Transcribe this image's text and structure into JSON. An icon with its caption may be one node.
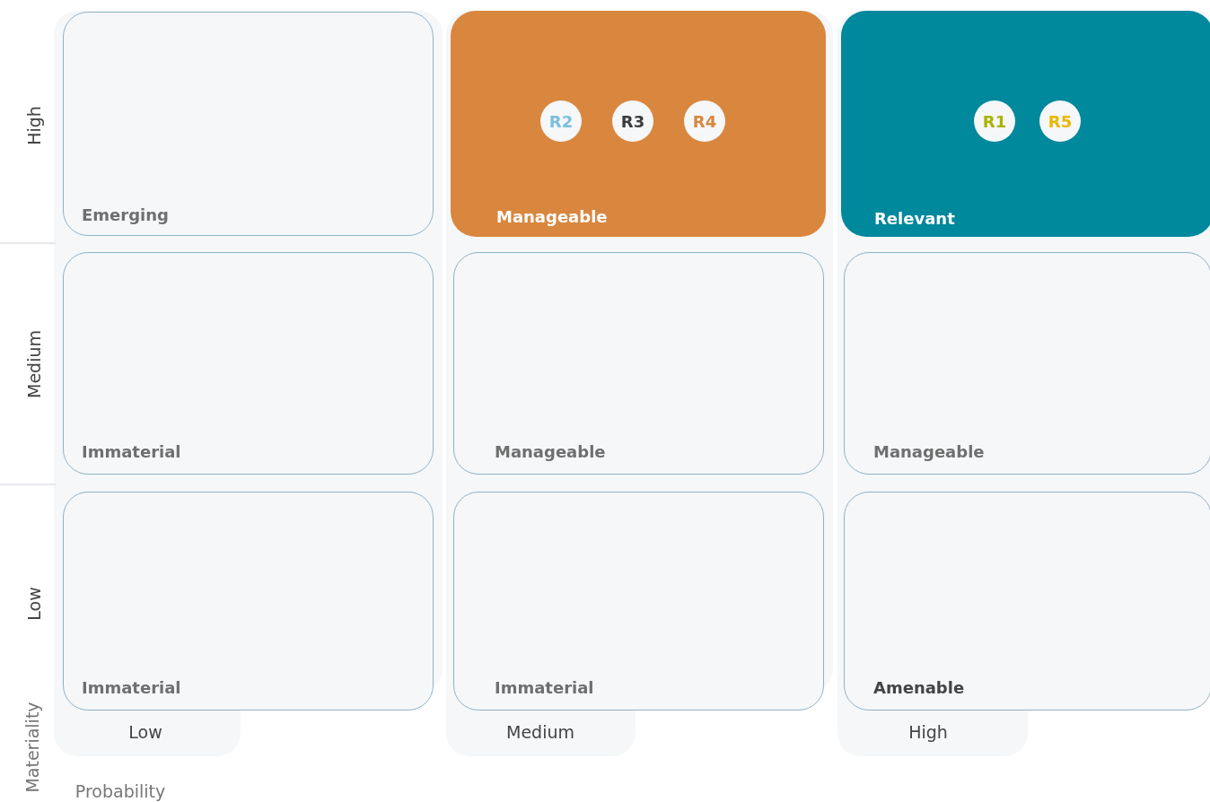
{
  "diagram": {
    "nodes": [
      {
        "text": [
          "Emerging"
        ]
      },
      {
        "text": [
          "Manageable"
        ]
      },
      {
        "text": [
          "R2"
        ],
        "in": 1
      },
      {
        "text": [
          "R3"
        ],
        "in": 1
      },
      {
        "text": [
          "R4"
        ],
        "in": 1
      },
      {
        "text": [
          "Relevant"
        ]
      },
      {
        "text": [
          "R1"
        ],
        "in": 5
      },
      {
        "text": [
          "R5"
        ],
        "in": 5
      },
      {
        "text": [
          "Immaterial"
        ]
      },
      {
        "text": [
          "Manageable"
        ]
      },
      {
        "text": [
          "Manageable"
        ]
      },
      {
        "text": [
          "Immaterial"
        ]
      },
      {
        "text": [
          "Immaterial"
        ]
      },
      {
        "text": [
          "Amenable"
        ]
      }
    ],
    "labels": [
      "High",
      "Medium",
      "Low",
      "Low",
      "Medium",
      "High",
      "Materiality",
      "Probability"
    ]
  }
}
